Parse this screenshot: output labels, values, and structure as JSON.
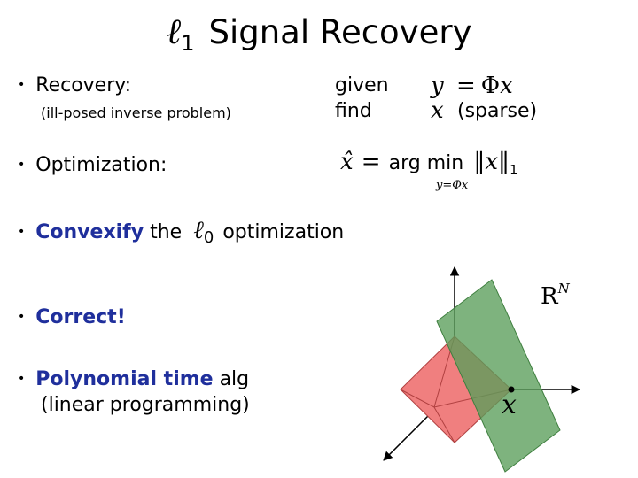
{
  "title": {
    "ell": "ℓ",
    "sub": "1",
    "text": "Signal Recovery"
  },
  "recovery": {
    "label": "Recovery:",
    "note": "(ill-posed inverse problem)",
    "given": "given",
    "find": "find",
    "eq_y": "y",
    "eq_equals": "=",
    "eq_phi": "Φ",
    "eq_x": "x",
    "find_x": "x",
    "sparse": "(sparse)"
  },
  "optimization": {
    "label": "Optimization:",
    "xhat": "x̂",
    "equals": "=",
    "argmin": "arg min",
    "constraint": "y=Φx",
    "norm": "‖x‖",
    "norm_sub": "1"
  },
  "convexify": {
    "bold": "Convexify",
    "the": "the",
    "ell": "ℓ",
    "sub": "0",
    "rest": "optimization"
  },
  "correct": {
    "label": "Correct!"
  },
  "polynomial": {
    "bold": "Polynomial time",
    "rest": "alg",
    "line2": "(linear programming)"
  },
  "figure": {
    "space_label": "R",
    "space_sup": "N",
    "point_label": "x"
  },
  "colors": {
    "accent": "#1f2f9c",
    "plane": "#6aa86a",
    "polytope": "#f08080"
  }
}
